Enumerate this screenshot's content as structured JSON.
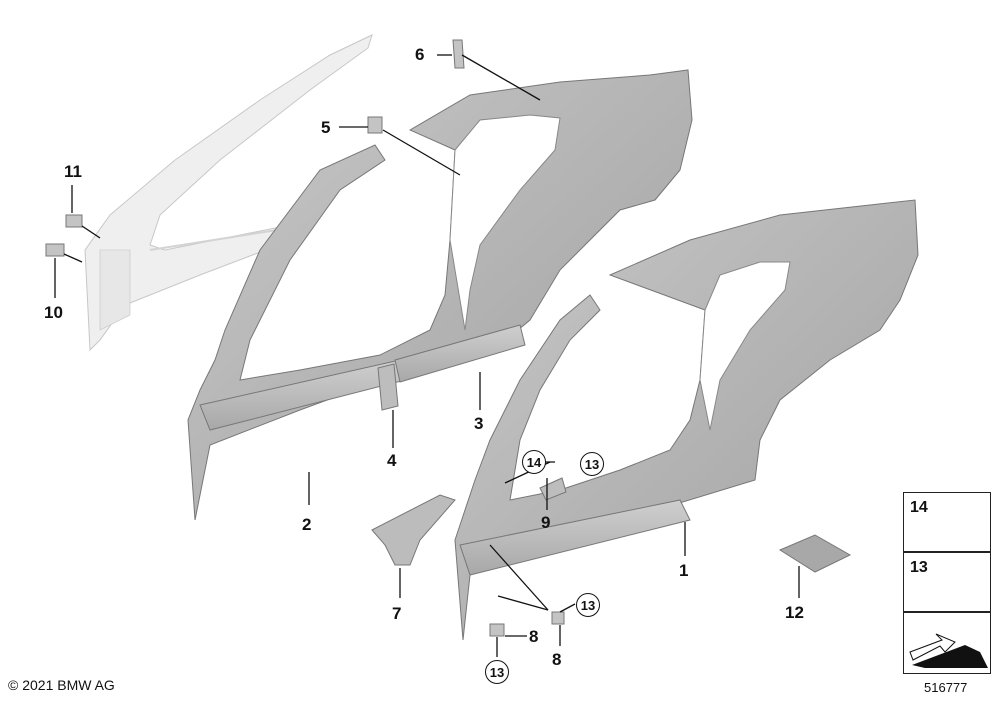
{
  "callouts": {
    "c1": "1",
    "c2": "2",
    "c3": "3",
    "c4": "4",
    "c5": "5",
    "c6": "6",
    "c7": "7",
    "c8a": "8",
    "c8b": "8",
    "c9": "9",
    "c10": "10",
    "c11": "11",
    "c12": "12"
  },
  "circled": {
    "a": "13",
    "b": "13",
    "c": "13",
    "d": "14"
  },
  "legend": {
    "item14": "14",
    "item13": "13"
  },
  "footer": {
    "copyright": "© 2021 BMW AG",
    "doc_number": "516777"
  },
  "colors": {
    "panel_fill": "#b9b9b9",
    "panel_shade": "#a3a3a3",
    "ghost_fill": "#e6e6e6",
    "line": "#111111"
  }
}
